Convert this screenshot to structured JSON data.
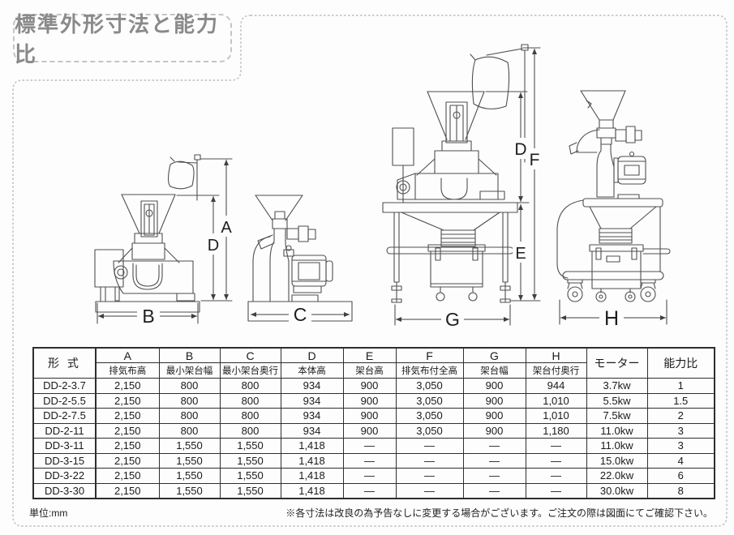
{
  "title_box": {
    "label": "標準外形寸法と能力比"
  },
  "dims": {
    "a": "A",
    "b": "B",
    "c": "C",
    "d": "D",
    "e": "E",
    "f": "F",
    "g": "G",
    "h": "H"
  },
  "table": {
    "model_header": "形 式",
    "motor_header": "モーター",
    "ratio_header": "能力比",
    "dim_columns": [
      {
        "letter": "A",
        "name": "排気布高"
      },
      {
        "letter": "B",
        "name": "最小架台幅"
      },
      {
        "letter": "C",
        "name": "最小架台奥行"
      },
      {
        "letter": "D",
        "name": "本体高"
      },
      {
        "letter": "E",
        "name": "架台高"
      },
      {
        "letter": "F",
        "name": "排気布付全高"
      },
      {
        "letter": "G",
        "name": "架台幅"
      },
      {
        "letter": "H",
        "name": "架台付奥行"
      }
    ],
    "rows": [
      {
        "model": "DD-2-3.7",
        "values": [
          "2,150",
          "800",
          "800",
          "934",
          "900",
          "3,050",
          "900",
          "944"
        ],
        "motor": "3.7kw",
        "ratio": "1"
      },
      {
        "model": "DD-2-5.5",
        "values": [
          "2,150",
          "800",
          "800",
          "934",
          "900",
          "3,050",
          "900",
          "1,010"
        ],
        "motor": "5.5kw",
        "ratio": "1.5"
      },
      {
        "model": "DD-2-7.5",
        "values": [
          "2,150",
          "800",
          "800",
          "934",
          "900",
          "3,050",
          "900",
          "1,010"
        ],
        "motor": "7.5kw",
        "ratio": "2"
      },
      {
        "model": "DD-2-11",
        "values": [
          "2,150",
          "800",
          "800",
          "934",
          "900",
          "3,050",
          "900",
          "1,180"
        ],
        "motor": "11.0kw",
        "ratio": "3"
      },
      {
        "model": "DD-3-11",
        "values": [
          "2,150",
          "1,550",
          "1,550",
          "1,418",
          "—",
          "—",
          "—",
          "—"
        ],
        "motor": "11.0kw",
        "ratio": "3"
      },
      {
        "model": "DD-3-15",
        "values": [
          "2,150",
          "1,550",
          "1,550",
          "1,418",
          "—",
          "—",
          "—",
          "—"
        ],
        "motor": "15.0kw",
        "ratio": "4"
      },
      {
        "model": "DD-3-22",
        "values": [
          "2,150",
          "1,550",
          "1,550",
          "1,418",
          "—",
          "—",
          "—",
          "—"
        ],
        "motor": "22.0kw",
        "ratio": "6"
      },
      {
        "model": "DD-3-30",
        "values": [
          "2,150",
          "1,550",
          "1,550",
          "1,418",
          "—",
          "—",
          "—",
          "—"
        ],
        "motor": "30.0kw",
        "ratio": "8"
      }
    ]
  },
  "notes": {
    "unit": "単位:mm",
    "disclaimer": "※各寸法は改良の為予告なしに変更する場合がございます。ご注文の際は図面にてご確認下さい。"
  },
  "colors": {
    "table_border": "#2e2e2e",
    "panel_dash": "#bdbdbd",
    "title_text": "#8a8a8a",
    "line_art": "#4f4f4f"
  }
}
